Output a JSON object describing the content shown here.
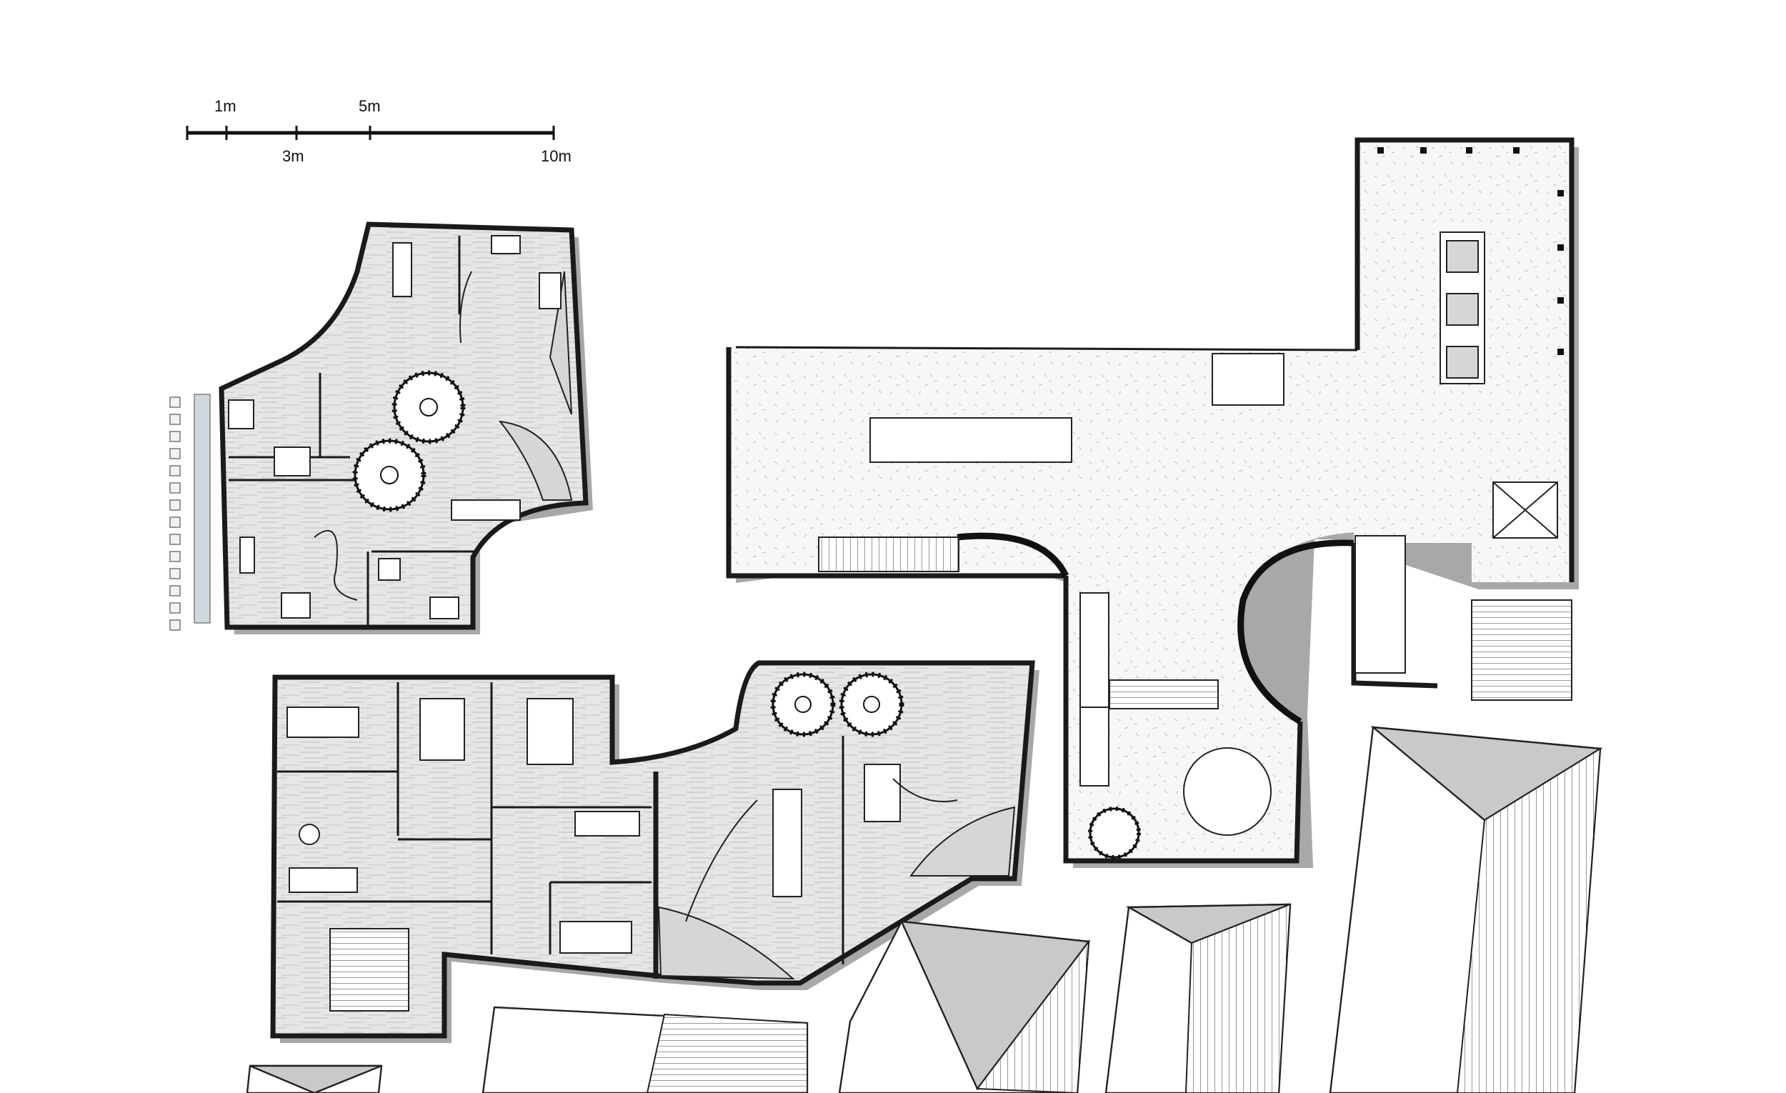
{
  "scale_bar": {
    "labels": [
      "1m",
      "3m",
      "5m",
      "10m"
    ]
  },
  "colors": {
    "wall": "#1a1a1a",
    "shadow": "#a8a8a8",
    "roof_slope": "#c9c9c9",
    "floor_wood": "#e4e4e4"
  }
}
